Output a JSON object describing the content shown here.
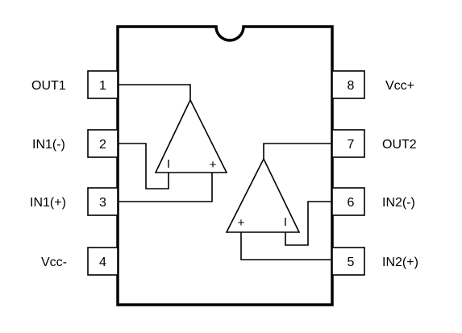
{
  "pins": {
    "p1": {
      "number": "1",
      "label": "OUT1"
    },
    "p2": {
      "number": "2",
      "label": "IN1(-)"
    },
    "p3": {
      "number": "3",
      "label": "IN1(+)"
    },
    "p4": {
      "number": "4",
      "label": "Vcc-"
    },
    "p5": {
      "number": "5",
      "label": "IN2(+)"
    },
    "p6": {
      "number": "6",
      "label": "IN2(-)"
    },
    "p7": {
      "number": "7",
      "label": "OUT2"
    },
    "p8": {
      "number": "8",
      "label": "Vcc+"
    }
  },
  "opamp1": {
    "minus": "I",
    "plus": "+"
  },
  "opamp2": {
    "minus": "I",
    "plus": "+"
  }
}
